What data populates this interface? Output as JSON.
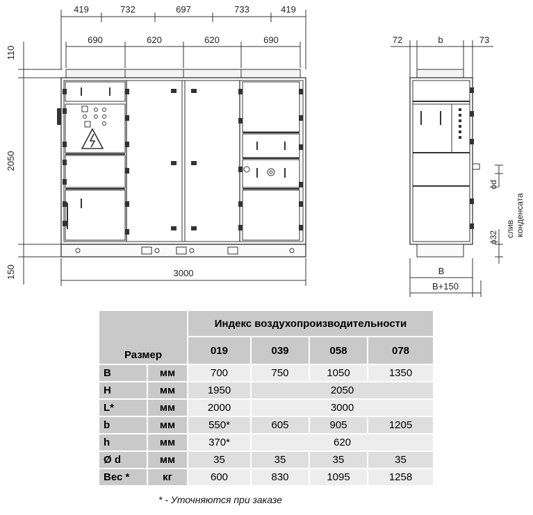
{
  "front_view": {
    "top_dims": [
      "419",
      "732",
      "697",
      "733",
      "419"
    ],
    "mid_dims": [
      "690",
      "620",
      "620",
      "690"
    ],
    "height_dims": [
      "110",
      "2050",
      "150"
    ],
    "length_dim": "3000"
  },
  "side_view": {
    "top_dims": [
      "72",
      "b",
      "73"
    ],
    "bottom_dims": [
      "B",
      "B+150"
    ],
    "d_label": "ϕd",
    "d32_label": "ϕ32",
    "drain_label": [
      "слив",
      "конденсата"
    ]
  },
  "table": {
    "corner": "Размер",
    "group_header": "Индекс воздухопроизводительности",
    "indices": [
      "019",
      "039",
      "058",
      "078"
    ],
    "rows": [
      {
        "label": "B",
        "unit": "мм",
        "cells": [
          {
            "v": "700",
            "span": 1
          },
          {
            "v": "750",
            "span": 1
          },
          {
            "v": "1050",
            "span": 1
          },
          {
            "v": "1350",
            "span": 1
          }
        ]
      },
      {
        "label": "H",
        "unit": "мм",
        "cells": [
          {
            "v": "1950",
            "span": 1
          },
          {
            "v": "2050",
            "span": 3
          }
        ]
      },
      {
        "label": "L*",
        "unit": "мм",
        "cells": [
          {
            "v": "2000",
            "span": 1
          },
          {
            "v": "3000",
            "span": 3
          }
        ]
      },
      {
        "label": "b",
        "unit": "мм",
        "cells": [
          {
            "v": "550*",
            "span": 1
          },
          {
            "v": "605",
            "span": 1
          },
          {
            "v": "905",
            "span": 1
          },
          {
            "v": "1205",
            "span": 1
          }
        ]
      },
      {
        "label": "h",
        "unit": "мм",
        "cells": [
          {
            "v": "370*",
            "span": 1
          },
          {
            "v": "620",
            "span": 3
          }
        ]
      },
      {
        "label": "Ø d",
        "unit": "мм",
        "cells": [
          {
            "v": "35",
            "span": 1
          },
          {
            "v": "35",
            "span": 1
          },
          {
            "v": "35",
            "span": 1
          },
          {
            "v": "35",
            "span": 1
          }
        ]
      },
      {
        "label": "Вес *",
        "unit": "кг",
        "cells": [
          {
            "v": "600",
            "span": 1
          },
          {
            "v": "830",
            "span": 1
          },
          {
            "v": "1095",
            "span": 1
          },
          {
            "v": "1258",
            "span": 1
          }
        ]
      }
    ],
    "footnote": "* - Уточняются при заказе"
  }
}
